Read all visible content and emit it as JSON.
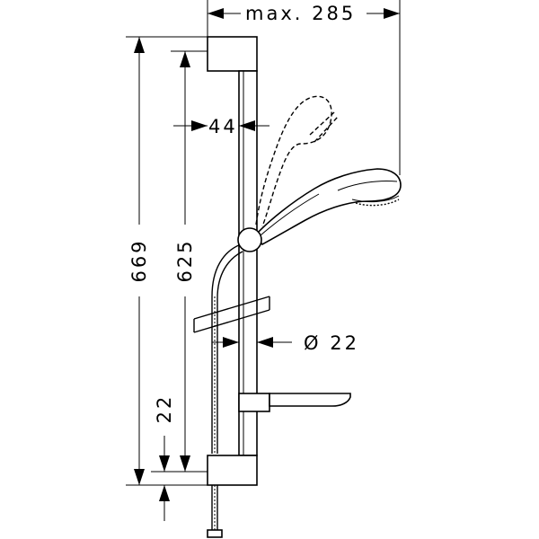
{
  "dimensions": {
    "max_reach": "max. 285",
    "wall_offset": "44",
    "rail_diameter": "Ø 22",
    "total_height": "669",
    "rail_length": "625",
    "bottom_offset": "22"
  },
  "colors": {
    "line": "#000000",
    "background": "#ffffff"
  }
}
